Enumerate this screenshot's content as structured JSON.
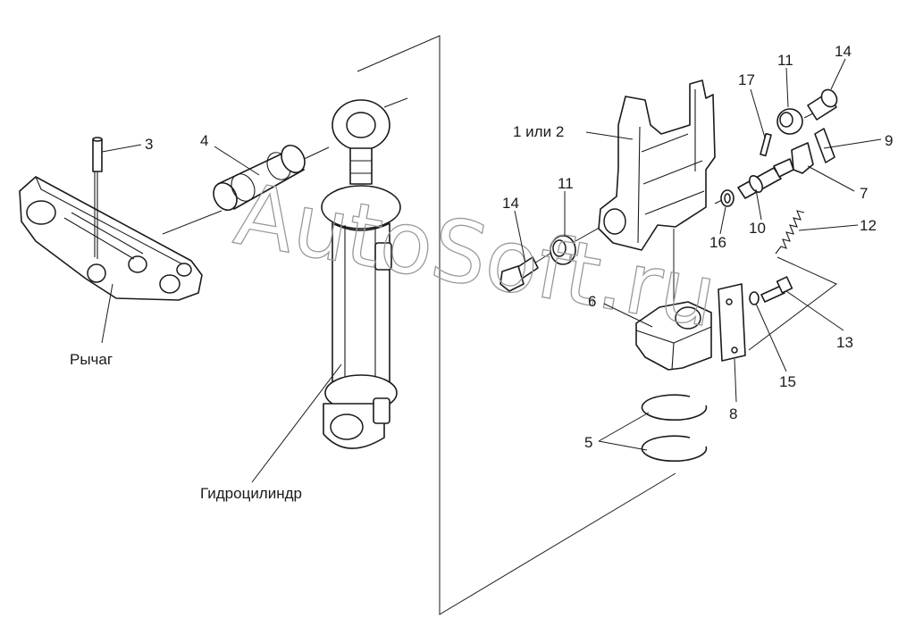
{
  "watermark": "AutoSoft.ru",
  "labels": {
    "p1or2": "1 или 2",
    "p3": "3",
    "p4": "4",
    "p5": "5",
    "p6": "6",
    "p7": "7",
    "p8": "8",
    "p9": "9",
    "p10": "10",
    "p11a": "11",
    "p11b": "11",
    "p12": "12",
    "p13": "13",
    "p14a": "14",
    "p14b": "14",
    "p15": "15",
    "p16": "16",
    "p17": "17",
    "lever": "Рычаг",
    "cylinder": "Гидроцилиндр"
  }
}
